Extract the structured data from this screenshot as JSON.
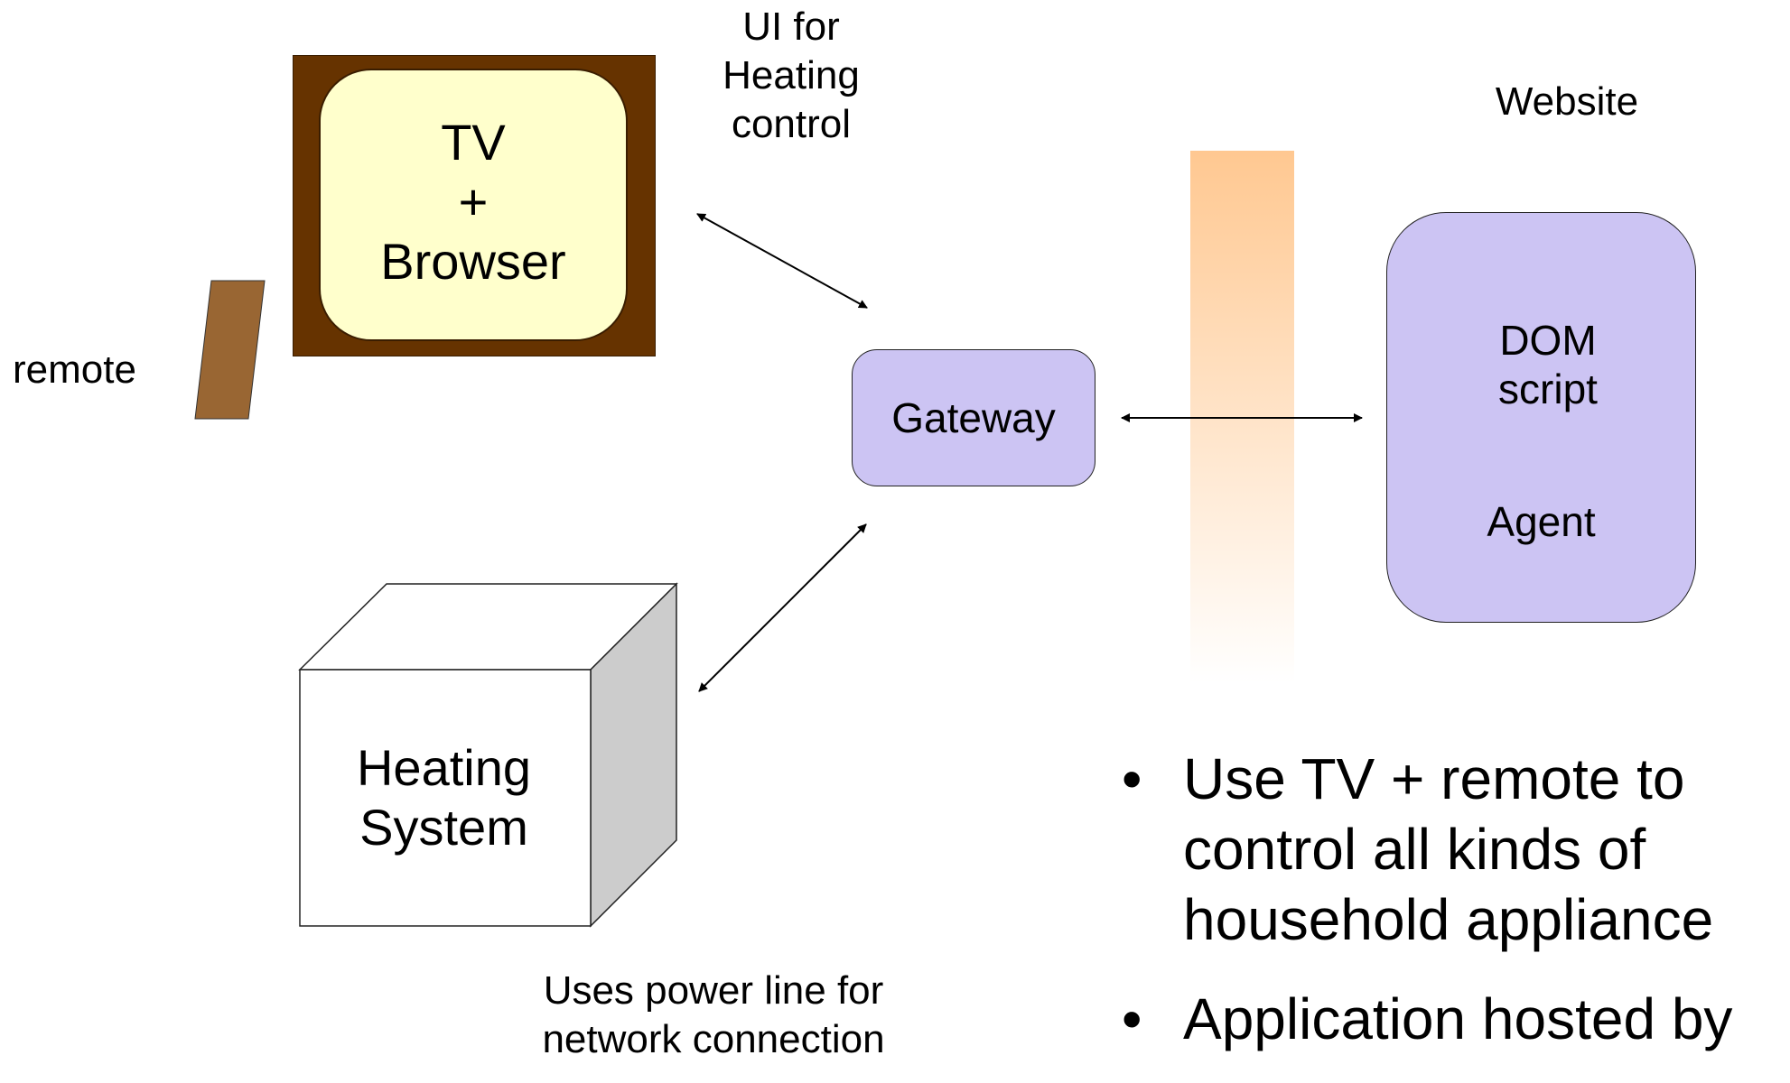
{
  "tv": {
    "line1": "TV",
    "line2": "+",
    "line3": "Browser"
  },
  "remote_label": "remote",
  "ui_label": {
    "line1": "UI for",
    "line2": "Heating",
    "line3": "control"
  },
  "gateway_label": "Gateway",
  "website_label": "Website",
  "dom_script": {
    "line1": "DOM",
    "line2": "script"
  },
  "agent_label": "Agent",
  "heating": {
    "line1": "Heating",
    "line2": "System"
  },
  "power_label": {
    "line1": "Uses power line for",
    "line2": "network connection"
  },
  "bullets": [
    {
      "marker": "•",
      "lines": [
        "Use TV + remote to",
        "control all kinds of",
        "household appliance"
      ]
    },
    {
      "marker": "•",
      "lines": [
        "Application hosted by"
      ]
    }
  ],
  "colors": {
    "tv_frame": "#663300",
    "tv_screen": "#ffffcc",
    "remote": "#996633",
    "gateway": "#ccc4f3",
    "agent": "#ccc4f3",
    "scroll": "#ffff99",
    "firewall": "#ffc891",
    "cube_front": "#ffffff",
    "cube_side": "#cccccc"
  }
}
